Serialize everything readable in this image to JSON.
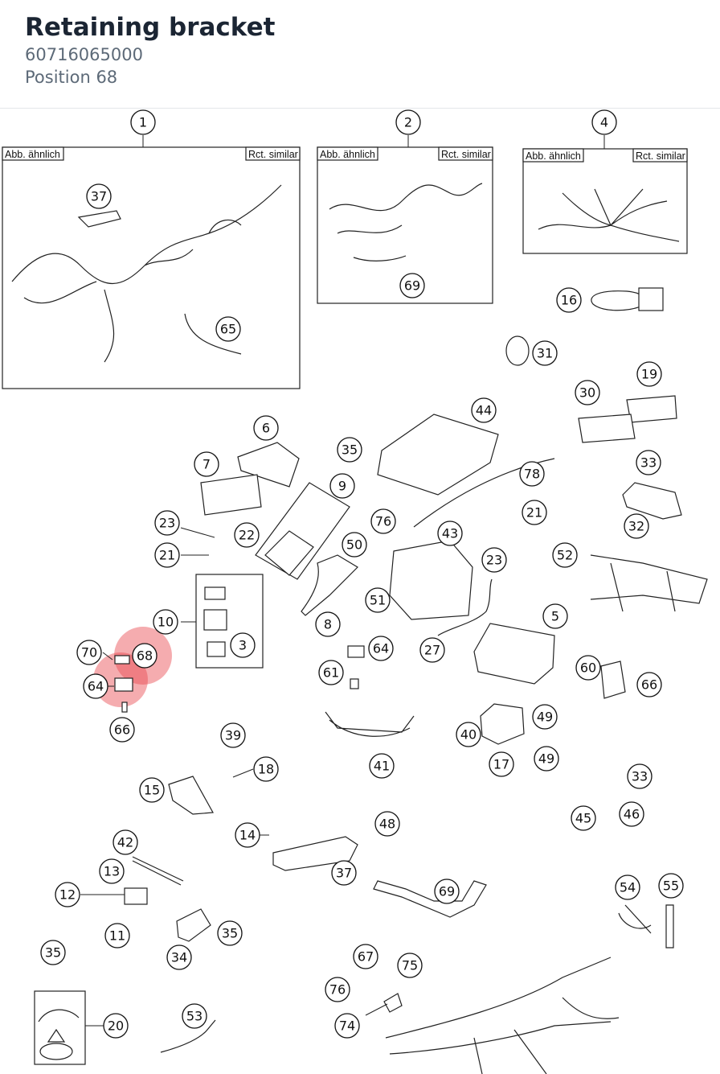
{
  "header": {
    "title": "Retaining bracket",
    "part_number": "60716065000",
    "position": "Position 68"
  },
  "highlight_color": "#e8464d",
  "frames": [
    {
      "id": "frame-1",
      "callout": "1",
      "left": "Abb. ähnlich",
      "right": "Rct. similar"
    },
    {
      "id": "frame-2",
      "callout": "2",
      "left": "Abb. ähnlich",
      "right": "Rct. similar"
    },
    {
      "id": "frame-4",
      "callout": "4",
      "left": "Abb. ähnlich",
      "right": "Rct. similar"
    }
  ],
  "callouts": [
    "37",
    "65",
    "69",
    "16",
    "31",
    "19",
    "30",
    "44",
    "6",
    "35",
    "7",
    "9",
    "78",
    "33",
    "23",
    "22",
    "76",
    "43",
    "21",
    "32",
    "50",
    "52",
    "21",
    "23",
    "10",
    "51",
    "8",
    "3",
    "5",
    "27",
    "70",
    "68",
    "64",
    "64",
    "66",
    "61",
    "60",
    "66",
    "40",
    "49",
    "17",
    "39",
    "41",
    "49",
    "18",
    "33",
    "15",
    "48",
    "45",
    "46",
    "14",
    "42",
    "37",
    "13",
    "69",
    "54",
    "55",
    "12",
    "11",
    "35",
    "34",
    "35",
    "67",
    "75",
    "20",
    "76",
    "53",
    "74"
  ]
}
